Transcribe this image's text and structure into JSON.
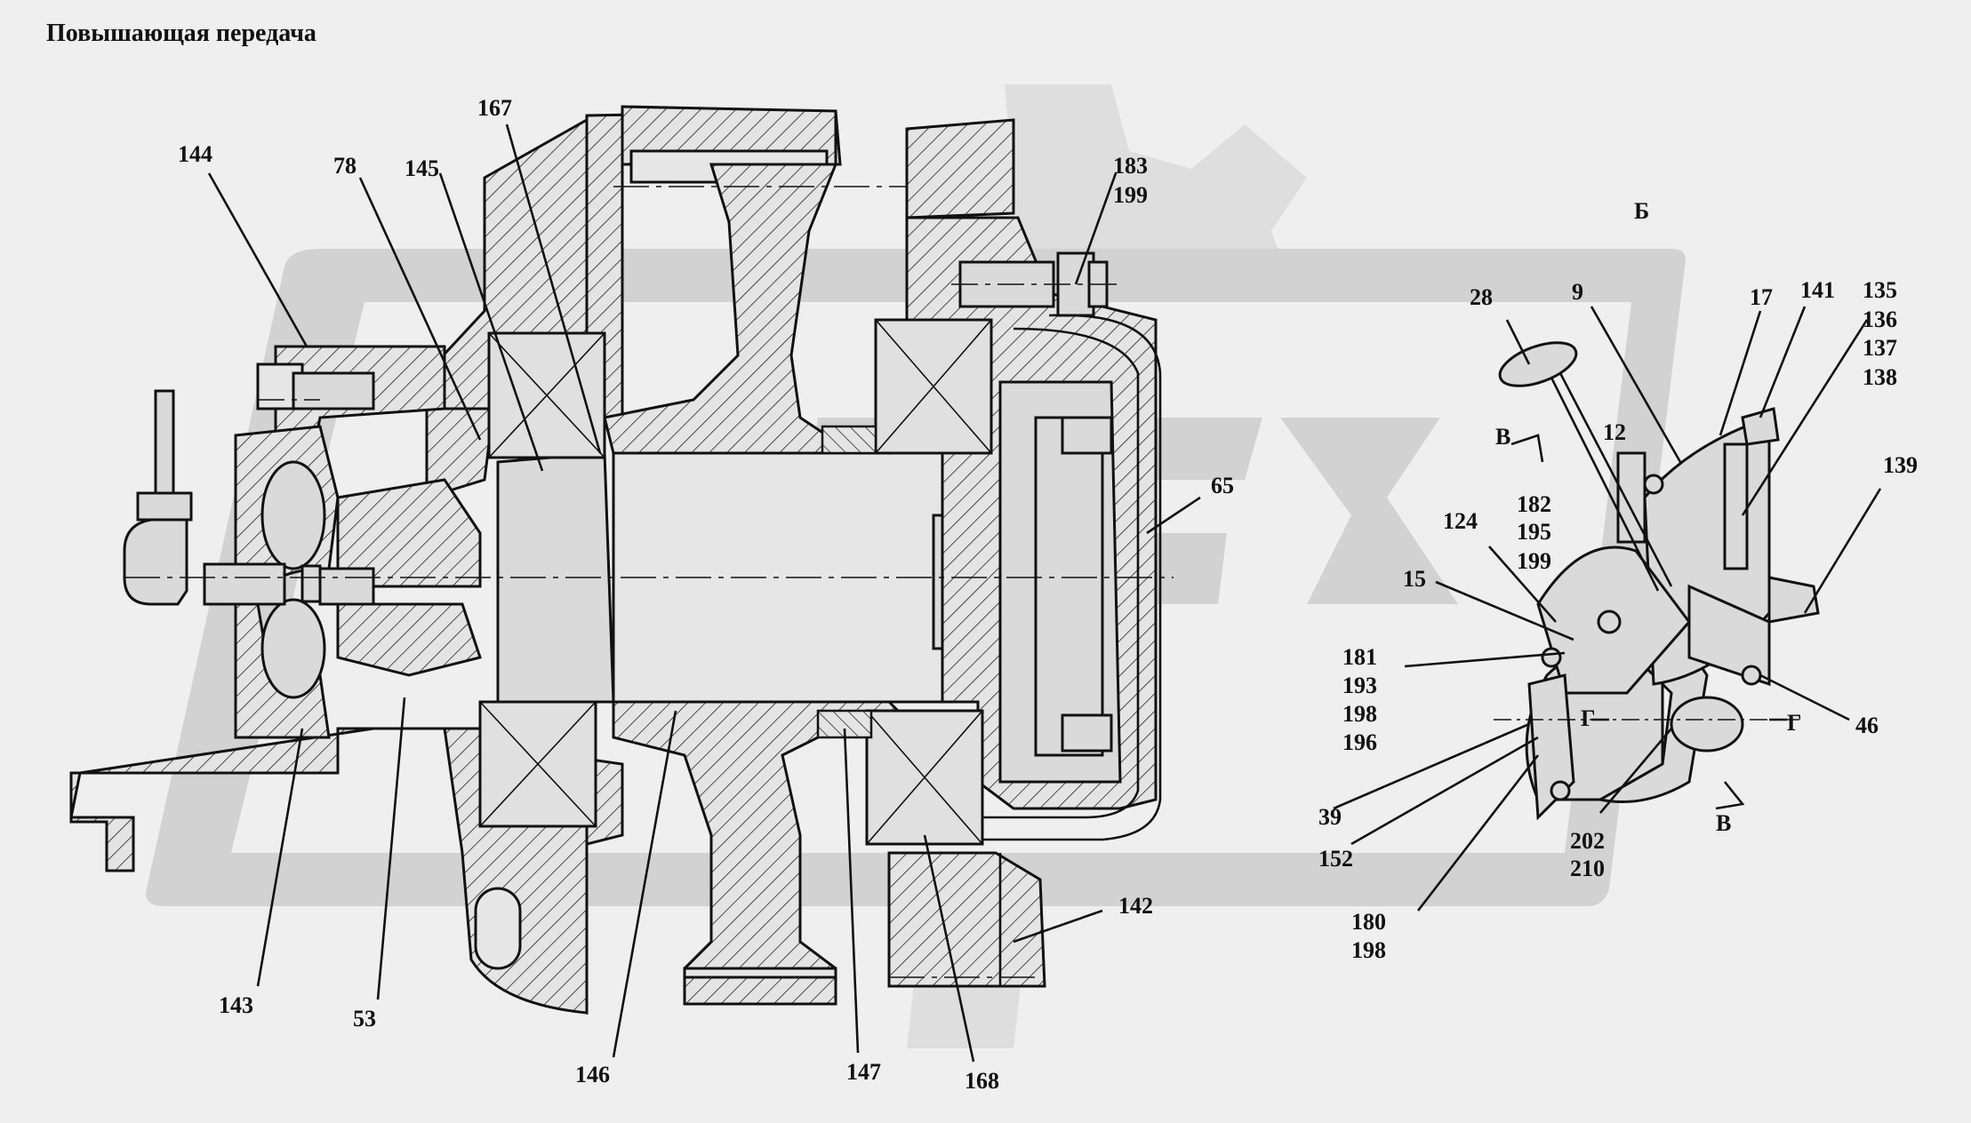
{
  "title": "Повышающая передача",
  "labels": {
    "l144": "144",
    "l78": "78",
    "l145": "145",
    "l167": "167",
    "l183": "183",
    "l199a": "199",
    "l65": "65",
    "l143": "143",
    "l53": "53",
    "l146": "146",
    "l147": "147",
    "l168": "168",
    "l142": "142",
    "lB_top": "Б",
    "l28": "28",
    "l9": "9",
    "l17": "17",
    "l141": "141",
    "l135": "135",
    "l136": "136",
    "l137": "137",
    "l138": "138",
    "l139": "139",
    "l12": "12",
    "lV1": "В",
    "l182": "182",
    "l195": "195",
    "l199b": "199",
    "l124": "124",
    "l15": "15",
    "l181": "181",
    "l193": "193",
    "l198a": "198",
    "l196": "196",
    "lG1": "Г",
    "lG2": "Г",
    "l46": "46",
    "l39": "39",
    "l152": "152",
    "l202": "202",
    "l210": "210",
    "lV2": "В",
    "l180": "180",
    "l198b": "198"
  },
  "colors": {
    "background": "#efefef",
    "line": "#111111",
    "watermark": "#c9c9c9"
  }
}
